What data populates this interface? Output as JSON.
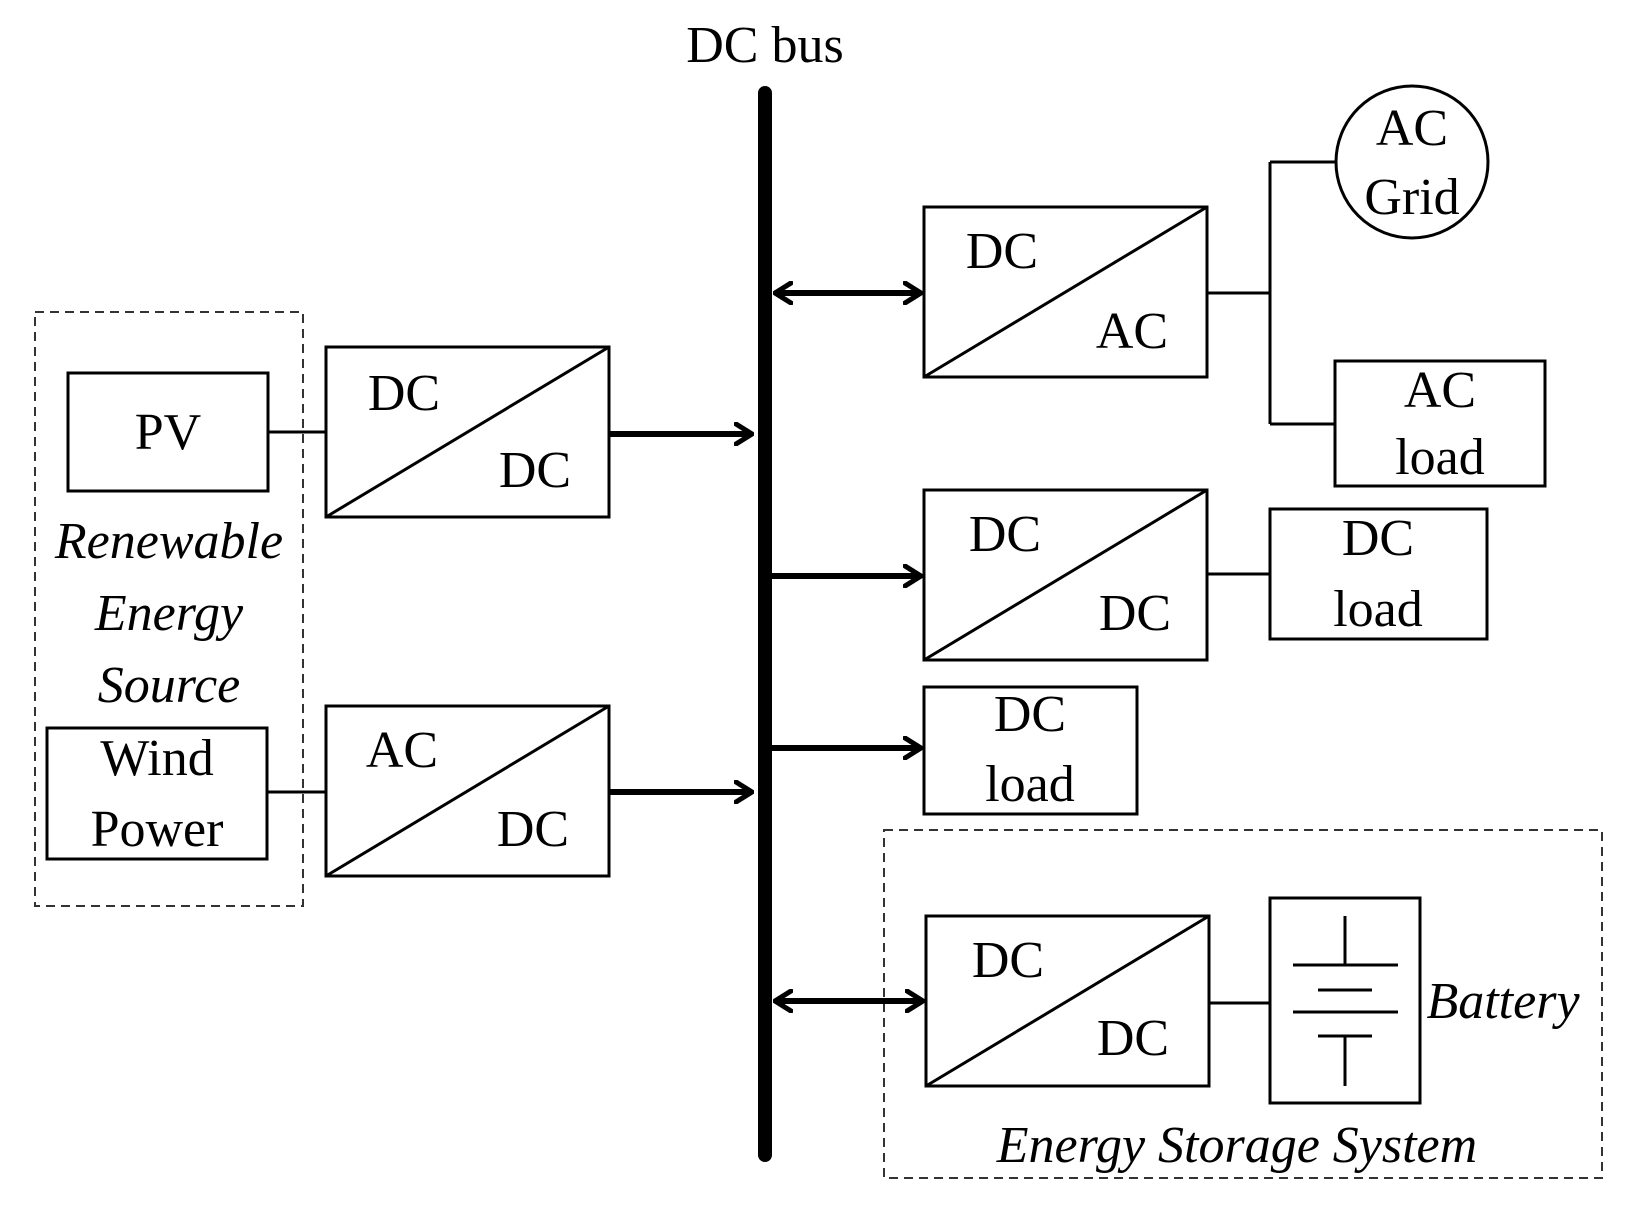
{
  "bus": {
    "label": "DC bus"
  },
  "renewable": {
    "group_label": [
      "Renewable",
      "Energy",
      "Source"
    ],
    "pv": {
      "label": "PV",
      "converter": {
        "top": "DC",
        "bottom": "DC"
      }
    },
    "wind": {
      "label": [
        "Wind",
        "Power"
      ],
      "converter": {
        "top": "AC",
        "bottom": "DC"
      }
    }
  },
  "inverter": {
    "top": "DC",
    "bottom": "AC"
  },
  "ac_grid": {
    "label": [
      "AC",
      "Grid"
    ]
  },
  "ac_load": {
    "label": [
      "AC",
      "load"
    ]
  },
  "dc_dc_load_converter": {
    "top": "DC",
    "bottom": "DC"
  },
  "dc_load_1": {
    "label": [
      "DC",
      "load"
    ]
  },
  "dc_load_2": {
    "label": [
      "DC",
      "load"
    ]
  },
  "storage": {
    "group_label": "Energy Storage System",
    "converter": {
      "top": "DC",
      "bottom": "DC"
    },
    "battery_label": "Battery",
    "fill_color": "#d7eef6"
  }
}
